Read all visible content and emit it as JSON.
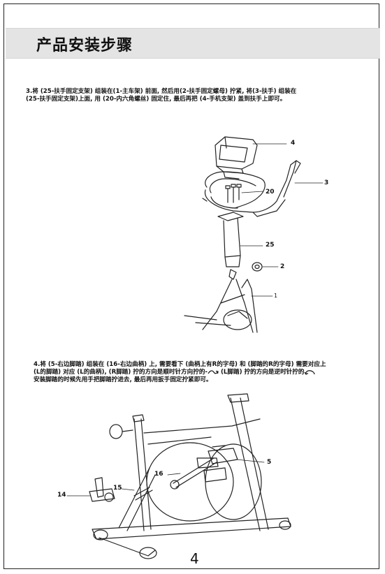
{
  "header": {
    "title": "产品安装步骤"
  },
  "step3": {
    "lines": [
      "3.将 (25-扶手固定支架) 组装在(1-主车架) 前面, 然后用(2-扶手固定螺母) 拧紧, 将(3-扶手) 组装在",
      "(25-扶手固定支架)上面, 用 (20-内六角螺丝) 固定住, 最后再把 (4-手机支架) 盖到扶手上即可。"
    ],
    "callouts": {
      "c4": "4",
      "c3": "3",
      "c20": "20",
      "c25": "25",
      "c2": "2",
      "c1": "1"
    }
  },
  "step4": {
    "lines": [
      "4.将 (5-右边脚踏) 组装在 (16-右边曲柄) 上, 需要看下 (曲柄上有R的字母) 和 (脚踏的R的字母) 需要对应上",
      "(L的脚踏) 对应 (L的曲柄), (R脚踏) 拧的方向是顺时针方向拧的-",
      " (L脚踏) 拧的方向是逆时针拧的",
      "安装脚踏的时候先用手把脚踏拧进去, 最后再用扳手固定拧紧即可。"
    ],
    "callouts": {
      "c5": "5",
      "c16": "16",
      "c15": "15",
      "c14": "14"
    },
    "icons": {
      "clockwise": "clockwise-arrow-icon",
      "counterclockwise": "counterclockwise-arrow-icon"
    }
  },
  "footer": {
    "page_number": "4"
  },
  "colors": {
    "title_band": "#e4e4e4",
    "ink": "#111111"
  }
}
